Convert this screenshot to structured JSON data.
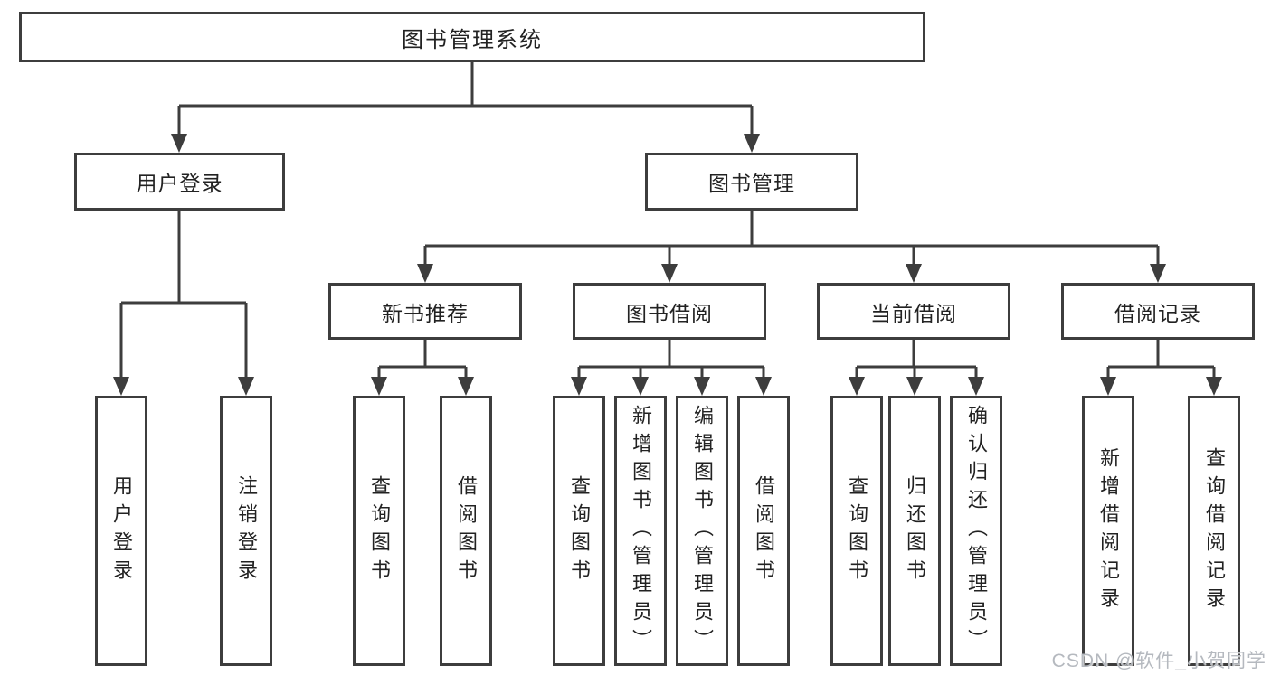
{
  "tree": {
    "label": "图书管理系统",
    "children": [
      {
        "label": "用户登录",
        "children": [
          {
            "label": "用户登录"
          },
          {
            "label": "注销登录"
          }
        ]
      },
      {
        "label": "图书管理",
        "children": [
          {
            "label": "新书推荐",
            "children": [
              {
                "label": "查询图书"
              },
              {
                "label": "借阅图书"
              }
            ]
          },
          {
            "label": "图书借阅",
            "children": [
              {
                "label": "查询图书"
              },
              {
                "label": "新增图书（管理员）"
              },
              {
                "label": "编辑图书（管理员）"
              },
              {
                "label": "借阅图书"
              }
            ]
          },
          {
            "label": "当前借阅",
            "children": [
              {
                "label": "查询图书"
              },
              {
                "label": "归还图书"
              },
              {
                "label": "确认归还（管理员）"
              }
            ]
          },
          {
            "label": "借阅记录",
            "children": [
              {
                "label": "新增借阅记录"
              },
              {
                "label": "查询借阅记录"
              }
            ]
          }
        ]
      }
    ]
  },
  "watermark": {
    "text": "CSDN @软件_小贺同学"
  },
  "colors": {
    "line": "#3d3d3d",
    "text": "#222222",
    "background": "#ffffff",
    "watermark": "#b5b9bf"
  }
}
